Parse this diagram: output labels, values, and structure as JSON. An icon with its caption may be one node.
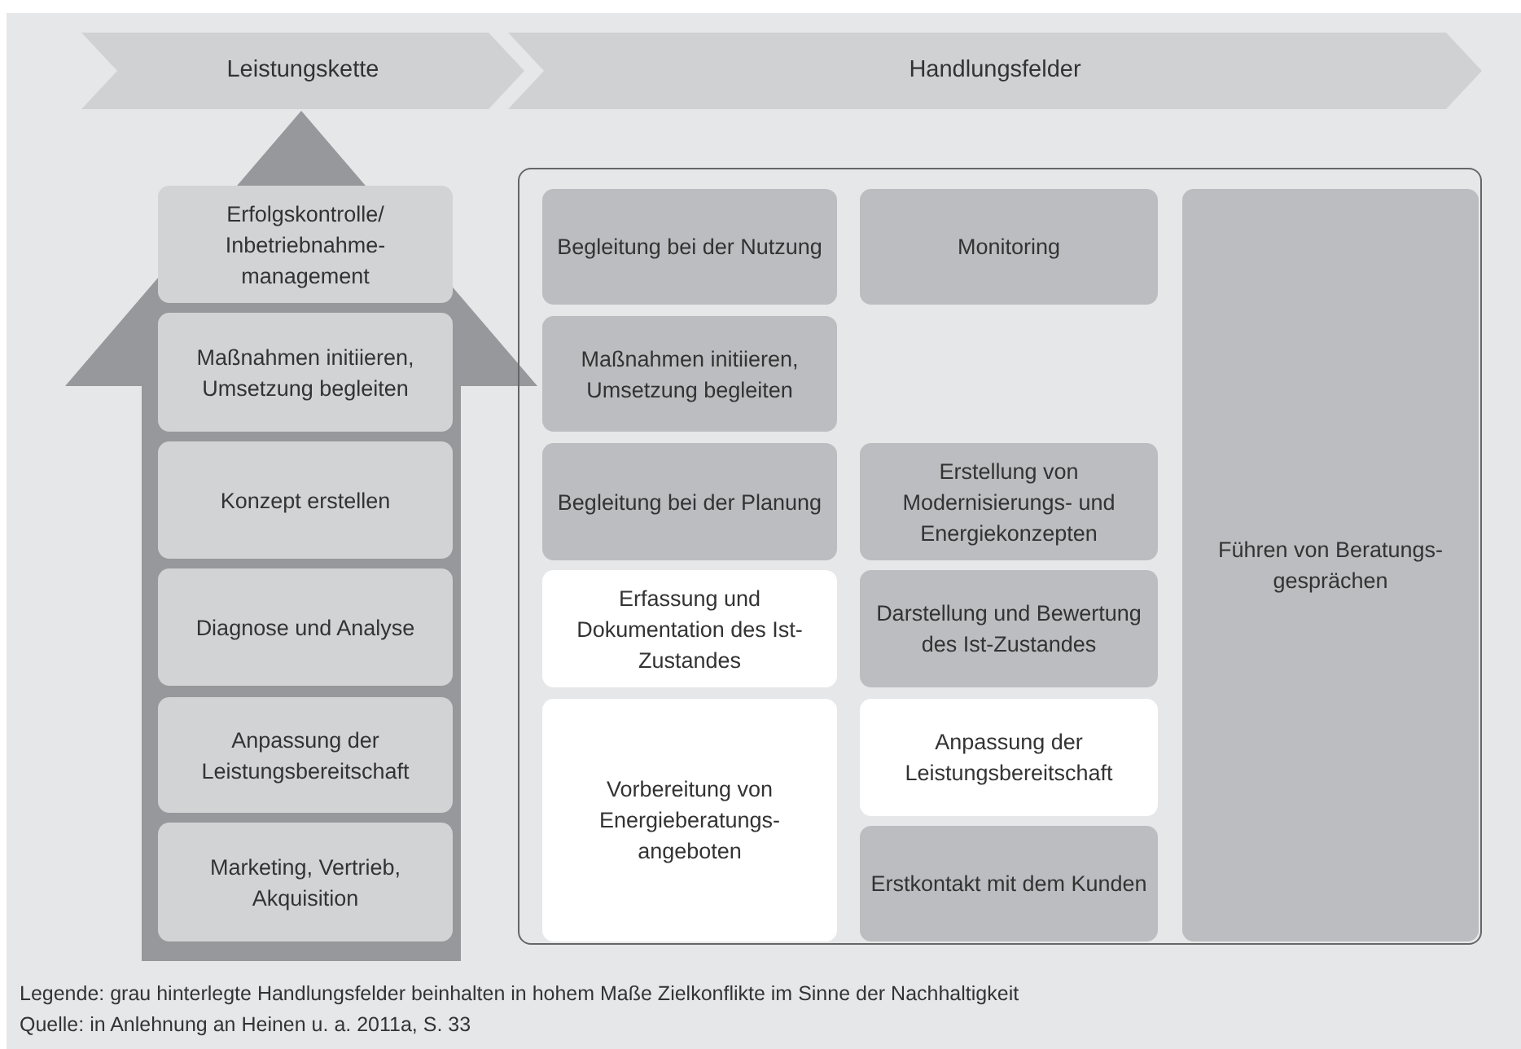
{
  "diagram": {
    "caption": "Quelle: in Anlehnung an Heinen u. a. 2011a, S. 33",
    "nodes": [
      {
        "text": [
          "Leistungskette"
        ]
      },
      {
        "text": [
          "Handlungsfelder"
        ]
      },
      {
        "text": [],
        "shape": "arrow"
      },
      {
        "text": [
          "Erfolgskontrolle/ Inbetriebnahme-management"
        ],
        "in": 2
      },
      {
        "text": [
          "Maßnahmen initiieren, Umsetzung begleiten"
        ],
        "in": 2
      },
      {
        "text": [
          "Konzept erstellen"
        ],
        "in": 2
      },
      {
        "text": [
          "Diagnose und Analyse"
        ],
        "in": 2
      },
      {
        "text": [
          "Anpassung der Leistungsbereitschaft"
        ],
        "in": 2
      },
      {
        "text": [
          "Marketing, Vertrieb, Akquisition"
        ],
        "in": 2
      },
      {
        "text": [],
        "shape": "box"
      },
      {
        "text": [
          "Begleitung bei der Nutzung"
        ],
        "in": 9
      },
      {
        "text": [
          "Monitoring"
        ],
        "in": 9
      },
      {
        "text": [
          "Führen von Beratungs-gesprächen"
        ],
        "in": 9
      },
      {
        "text": [
          "Maßnahmen initiieren, Umsetzung begleiten"
        ],
        "in": 9
      },
      {
        "text": [
          "Begleitung bei der Planung"
        ],
        "in": 9
      },
      {
        "text": [
          "Erstellung von Modernisierungs- und Energiekonzepten"
        ],
        "in": 9
      },
      {
        "text": [
          "Erfassung und Dokumentation des Ist-Zustandes"
        ],
        "in": 9
      },
      {
        "text": [
          "Darstellung und Bewertung des Ist-Zustandes"
        ],
        "in": 9
      },
      {
        "text": [
          "Vorbereitung von Energieberatungs-angeboten"
        ],
        "in": 9
      },
      {
        "text": [
          "Anpassung der Leistungsbereitschaft"
        ],
        "in": 9
      },
      {
        "text": [
          "Erstkontakt mit dem Kunden"
        ],
        "in": 9
      }
    ],
    "labels": [
      "Legende: grau hinterlegte Handlungsfelder beinhalten in hohem Maße Zielkonflikte im Sinne der Nachhaltigkeit"
    ]
  }
}
